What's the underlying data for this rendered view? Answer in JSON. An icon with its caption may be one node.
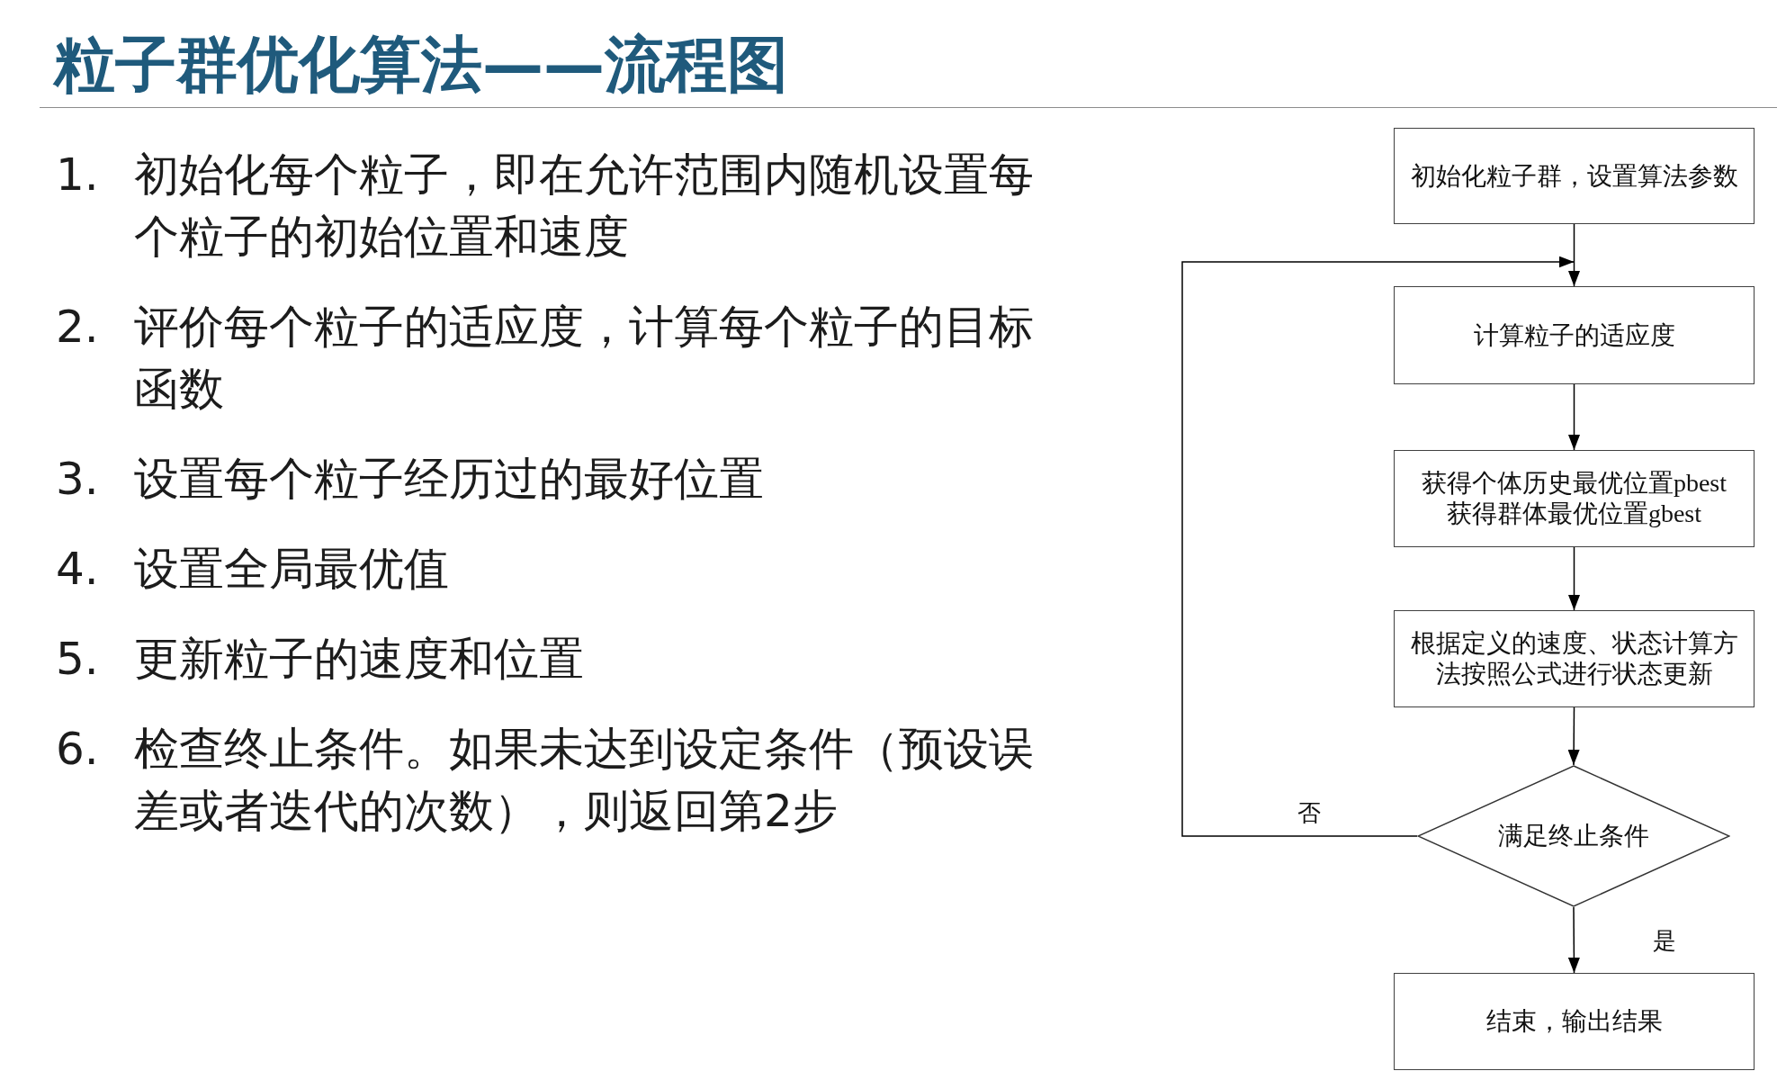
{
  "diagram": {
    "title": "粒子群优化算法——流程图",
    "nodes": [
      {
        "text": [
          "初始化粒子群，设置算法参数"
        ]
      },
      {
        "text": [
          "计算粒子的适应度"
        ]
      },
      {
        "text": [
          "获得个体历史最优位置pbest",
          "获得群体最优位置gbest"
        ]
      },
      {
        "text": [
          "根据定义的速度、状态计算方法按照公式进行状态更新"
        ]
      },
      {
        "text": [
          "满足终止条件"
        ]
      },
      {
        "text": [
          "结束，输出结果"
        ]
      }
    ],
    "edges": [
      {
        "from": 0,
        "to": 1,
        "arrow": "to"
      },
      {
        "from": 1,
        "to": 2,
        "arrow": "to"
      },
      {
        "from": 2,
        "to": 3,
        "arrow": "to"
      },
      {
        "from": 3,
        "to": 4,
        "arrow": "to"
      },
      {
        "from": 4,
        "to": 5,
        "arrow": "to",
        "label": "是"
      },
      {
        "from": 4,
        "to": 1,
        "arrow": "to",
        "label": "否"
      }
    ],
    "labels": [
      "1.",
      "初始化每个粒子，即在允许范围内随机设置每个粒子的初始位置和速度",
      "2.",
      "评价每个粒子的适应度，计算每个粒子的目标函数",
      "3.",
      "设置每个粒子经历过的最好位置",
      "4.",
      "设置全局最优值",
      "5.",
      "更新粒子的速度和位置",
      "6.",
      "检查终止条件。如果未达到设定条件（预设误差或者迭代的次数），则返回第2步"
    ]
  }
}
